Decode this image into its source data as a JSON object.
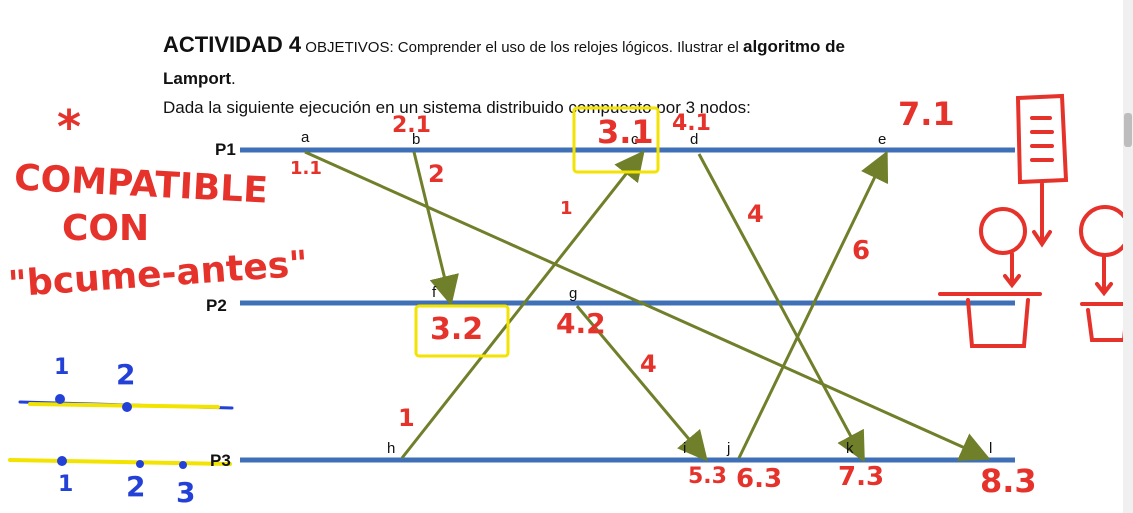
{
  "doc": {
    "title_bold": "ACTIVIDAD 4",
    "objectives_text": " OBJETIVOS:  Comprender el uso de los relojes lógicos. Ilustrar el ",
    "objectives_bold": "algoritmo de",
    "line2_bold": "Lamport",
    "line2_end": ".",
    "intro": "Dada la siguiente ejecución en un sistema distribuido compuesto por 3 nodos:"
  },
  "diagram": {
    "processes": [
      "P1",
      "P2",
      "P3"
    ],
    "events": {
      "p1": [
        "a",
        "b",
        "c",
        "d",
        "e"
      ],
      "p2": [
        "f",
        "g"
      ],
      "p3": [
        "h",
        "i",
        "j",
        "k",
        "l"
      ]
    },
    "messages": [
      {
        "from": "a",
        "to": "l"
      },
      {
        "from": "b",
        "to": "f"
      },
      {
        "from": "h",
        "to": "c"
      },
      {
        "from": "d",
        "to": "k"
      },
      {
        "from": "g",
        "to": "i"
      },
      {
        "from": "j",
        "to": "e"
      }
    ]
  },
  "annotations": {
    "star": "*",
    "compatible": [
      "COMPATIBLE",
      "CON",
      "\"bcume-antes\""
    ],
    "clocks": {
      "a": "1.1",
      "b": "2.1",
      "c": "3.1",
      "d": "4.1",
      "e": "7.1",
      "f": "3.2",
      "g": "4.2",
      "i": "5.3",
      "j": "6.3",
      "k": "7.3",
      "l": "8.3"
    },
    "msg_labels": {
      "b_f": "2",
      "h_c": "1",
      "d_k": "4",
      "g_i": "4",
      "j_e": "6",
      "h_start": "1"
    },
    "blue_numbers": [
      "1",
      "2",
      "1",
      "2",
      "3"
    ]
  },
  "colors": {
    "timeline": "#3f6fb6",
    "arrow": "#6f7f2a",
    "ink_red": "#e5322b",
    "ink_blue": "#2341d6",
    "highlight_yellow": "#f2e300"
  }
}
